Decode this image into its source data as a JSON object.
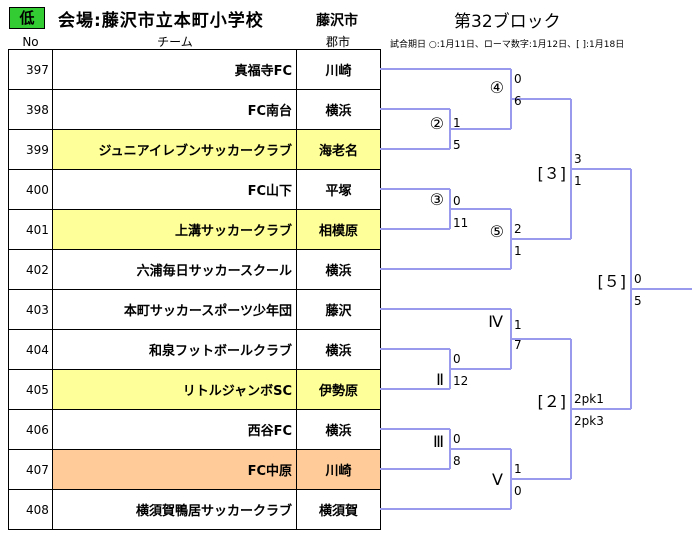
{
  "header": {
    "badge": "低",
    "venue": "会場:藤沢市立本町小学校",
    "city": "藤沢市",
    "block": "第32ブロック",
    "note": "試合期日 ○:1月11日、ローマ数字:1月12日、[ ]:1月18日"
  },
  "columns": {
    "no": "No",
    "team": "チーム",
    "city": "郡市"
  },
  "rows": [
    {
      "no": "397",
      "team": "真福寺FC",
      "city": "川崎",
      "highlight": ""
    },
    {
      "no": "398",
      "team": "FC南台",
      "city": "横浜",
      "highlight": ""
    },
    {
      "no": "399",
      "team": "ジュニアイレブンサッカークラブ",
      "city": "海老名",
      "highlight": "yellow"
    },
    {
      "no": "400",
      "team": "FC山下",
      "city": "平塚",
      "highlight": ""
    },
    {
      "no": "401",
      "team": "上溝サッカークラブ",
      "city": "相模原",
      "highlight": "yellow"
    },
    {
      "no": "402",
      "team": "六浦毎日サッカースクール",
      "city": "横浜",
      "highlight": ""
    },
    {
      "no": "403",
      "team": "本町サッカースポーツ少年団",
      "city": "藤沢",
      "highlight": ""
    },
    {
      "no": "404",
      "team": "和泉フットボールクラブ",
      "city": "横浜",
      "highlight": ""
    },
    {
      "no": "405",
      "team": "リトルジャンボSC",
      "city": "伊勢原",
      "highlight": "yellow"
    },
    {
      "no": "406",
      "team": "西谷FC",
      "city": "横浜",
      "highlight": ""
    },
    {
      "no": "407",
      "team": "FC中原",
      "city": "川崎",
      "highlight": "orange"
    },
    {
      "no": "408",
      "team": "横須賀鴨居サッカークラブ",
      "city": "横須賀",
      "highlight": ""
    }
  ],
  "bracket": {
    "line_color": "#9999ee",
    "matches": {
      "m2": {
        "mark": "②",
        "top": "1",
        "bottom": "5"
      },
      "m4": {
        "mark": "④",
        "top": "0",
        "bottom": "6"
      },
      "m3": {
        "mark": "③",
        "top": "0",
        "bottom": "11"
      },
      "m5": {
        "mark": "⑤",
        "top": "2",
        "bottom": "1"
      },
      "mIV": {
        "mark": "Ⅳ",
        "top": "1",
        "bottom": "7"
      },
      "mII": {
        "mark": "Ⅱ",
        "top": "0",
        "bottom": "12"
      },
      "mIII": {
        "mark": "Ⅲ",
        "top": "0",
        "bottom": "8"
      },
      "mV": {
        "mark": "Ⅴ",
        "top": "1",
        "bottom": "0"
      },
      "s3": {
        "mark": "[３]",
        "top": "3",
        "bottom": "1"
      },
      "s2": {
        "mark": "[２]",
        "top": "2pk1",
        "bottom": "2pk3"
      },
      "f5": {
        "mark": "[５]",
        "top": "0",
        "bottom": "5"
      }
    }
  }
}
